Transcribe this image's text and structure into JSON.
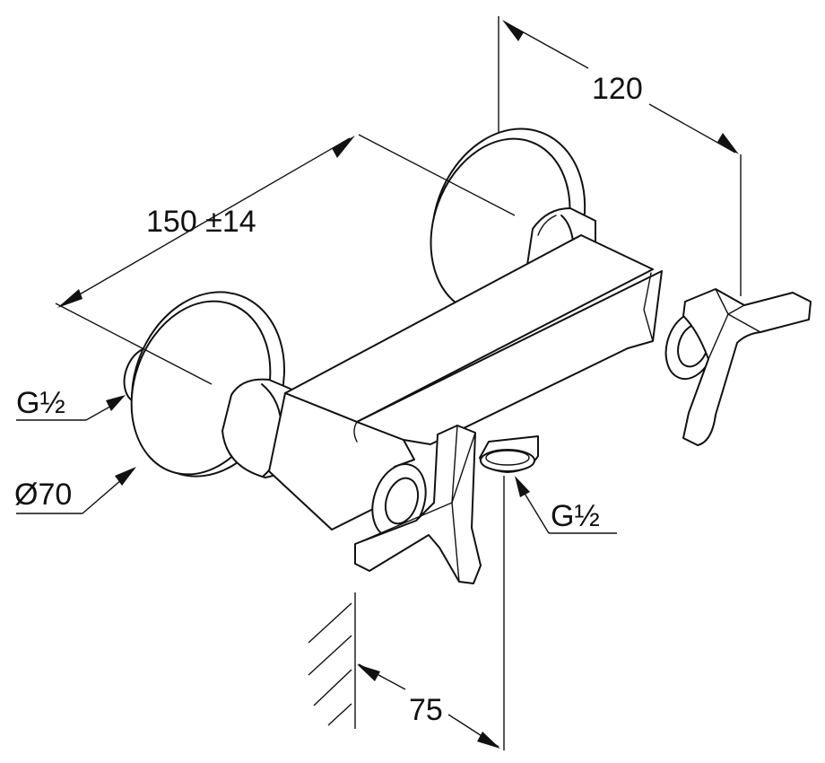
{
  "dimensions": {
    "handle_spacing": "150 ±14",
    "projection_depth": "120",
    "wall_to_outlet": "75",
    "flange_diameter": "Ø70",
    "inlet_thread": "G½",
    "outlet_thread": "G½"
  },
  "colors": {
    "line": "#111111",
    "background": "#ffffff"
  }
}
